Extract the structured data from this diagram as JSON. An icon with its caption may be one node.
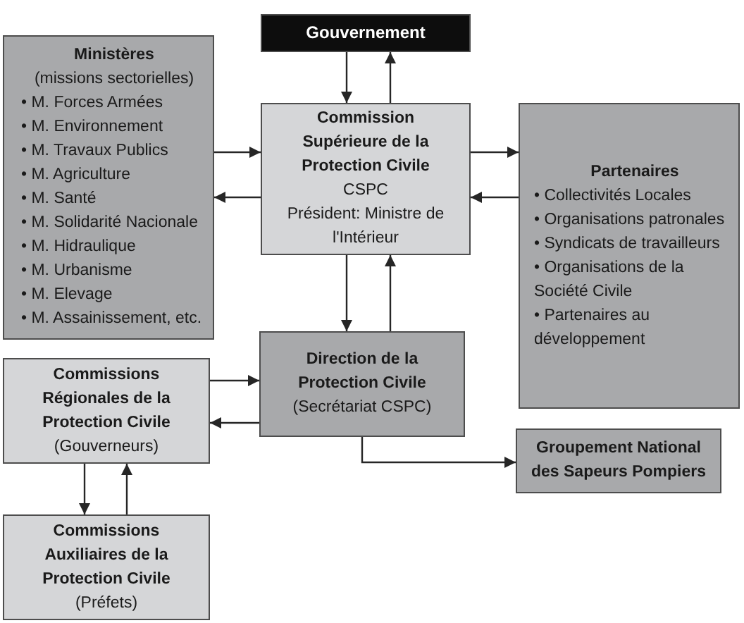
{
  "diagram": {
    "nodes": [
      {
        "text": [
          "Gouvernement"
        ]
      },
      {
        "text": [
          "Ministères",
          "(missions sectorielles)",
          "• M. Forces Armées",
          "• M. Environnement",
          "• M. Travaux Publics",
          "• M. Agriculture",
          "• M. Santé",
          "• M. Solidarité Nacionale",
          "• M. Hidraulique",
          "• M. Urbanisme",
          "• M. Elevage",
          "• M. Assainissement, etc."
        ]
      },
      {
        "text": [
          "Commission Supérieure de la Protection Civile",
          "CSPC",
          "Président: Ministre de l'Intérieur"
        ]
      },
      {
        "text": [
          "Partenaires",
          "• Collectivités Locales",
          "• Organisations patronales",
          "• Syndicats de travailleurs",
          "• Organisations de la Société Civile",
          "• Partenaires au développement"
        ]
      },
      {
        "text": [
          "Direction de la Protection Civile",
          "(Secrétariat CSPC)"
        ]
      },
      {
        "text": [
          "Commissions Régionales de la Protection Civile",
          "(Gouverneurs)"
        ]
      },
      {
        "text": [
          "Groupement National des Sapeurs Pompiers"
        ]
      },
      {
        "text": [
          "Commissions Auxiliaires de la Protection Civile",
          "(Préfets)"
        ]
      }
    ],
    "edges": [
      {
        "from": 0,
        "to": 2,
        "arrow": "to"
      },
      {
        "from": 2,
        "to": 0,
        "arrow": "to"
      },
      {
        "from": 1,
        "to": 2,
        "arrow": "to"
      },
      {
        "from": 2,
        "to": 1,
        "arrow": "to"
      },
      {
        "from": 2,
        "to": 3,
        "arrow": "to"
      },
      {
        "from": 3,
        "to": 2,
        "arrow": "to"
      },
      {
        "from": 2,
        "to": 4,
        "arrow": "to"
      },
      {
        "from": 4,
        "to": 2,
        "arrow": "to"
      },
      {
        "from": 5,
        "to": 4,
        "arrow": "to"
      },
      {
        "from": 4,
        "to": 5,
        "arrow": "to"
      },
      {
        "from": 4,
        "to": 6,
        "arrow": "to"
      },
      {
        "from": 5,
        "to": 7,
        "arrow": "to"
      },
      {
        "from": 7,
        "to": 5,
        "arrow": "to"
      }
    ]
  }
}
